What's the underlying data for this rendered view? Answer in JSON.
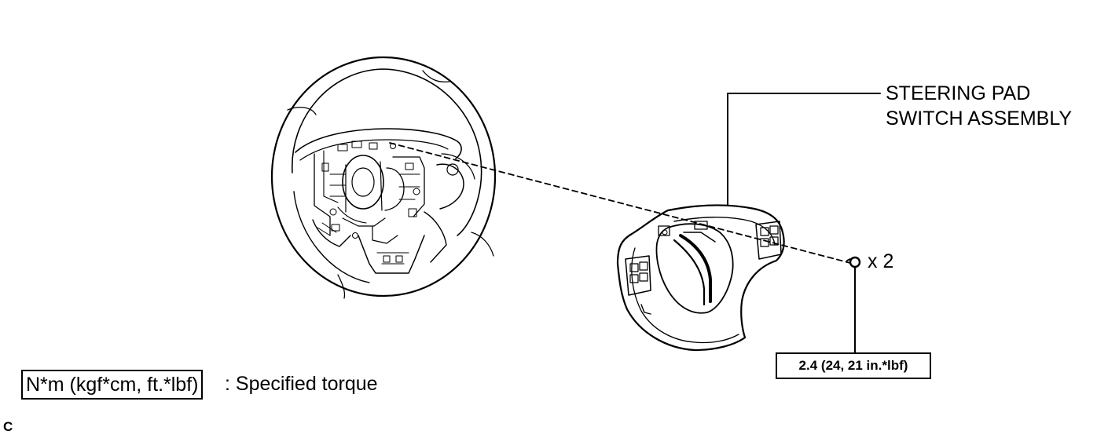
{
  "labels": {
    "part_line1": "STEERING PAD",
    "part_line2": "SWITCH ASSEMBLY",
    "quantity": "x 2",
    "torque_value": "2.4 (24, 21 in.*lbf)",
    "legend_units": "N*m (kgf*cm, ft.*lbf)",
    "legend_desc": ": Specified torque",
    "corner_mark": "C"
  },
  "colors": {
    "line": "#000000",
    "background": "#ffffff"
  }
}
